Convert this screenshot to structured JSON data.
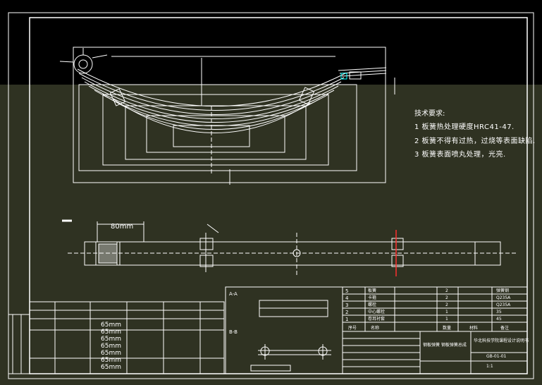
{
  "colors": {
    "background_top": "#000000",
    "background": "#2f3222",
    "lines": "#ffffff",
    "accent": "#ff3030",
    "highlight": "#00ffff"
  },
  "tech_requirements": {
    "title": "技术要求:",
    "items": [
      "1  板簧热处理硬度HRC41-47.",
      "2  板簧不得有过热，过烧等表面缺陷.",
      "3  板簧表面喷丸处理，光亮."
    ]
  },
  "plan_view": {
    "width_dim": "80mm"
  },
  "section_labels": {
    "a": "A-A",
    "b": "B-B"
  },
  "parts_table": {
    "rows": [
      {
        "no": "5",
        "name": "板簧",
        "qty": "2",
        "material": "弹簧钢"
      },
      {
        "no": "4",
        "name": "卡箍",
        "qty": "2",
        "material": "Q235A"
      },
      {
        "no": "3",
        "name": "螺栓",
        "qty": "2",
        "material": "Q235A"
      },
      {
        "no": "2",
        "name": "中心螺栓",
        "qty": "1",
        "material": "35"
      },
      {
        "no": "1",
        "name": "卷耳衬套",
        "qty": "1",
        "material": "45"
      }
    ],
    "header": {
      "no": "序号",
      "name": "名称",
      "qty": "数量",
      "material": "材料",
      "note": "备注"
    }
  },
  "title_block": {
    "title": "钢板弹簧 钢板弹簧总成",
    "school": "华北科技学院课程设计说明书",
    "drawing_no": "GB-01-01",
    "scale": "1:1"
  },
  "dim_table": {
    "unit_values": [
      "65mm",
      "65mm",
      "65mm",
      "65mm",
      "65mm",
      "65mm",
      "65mm"
    ]
  }
}
